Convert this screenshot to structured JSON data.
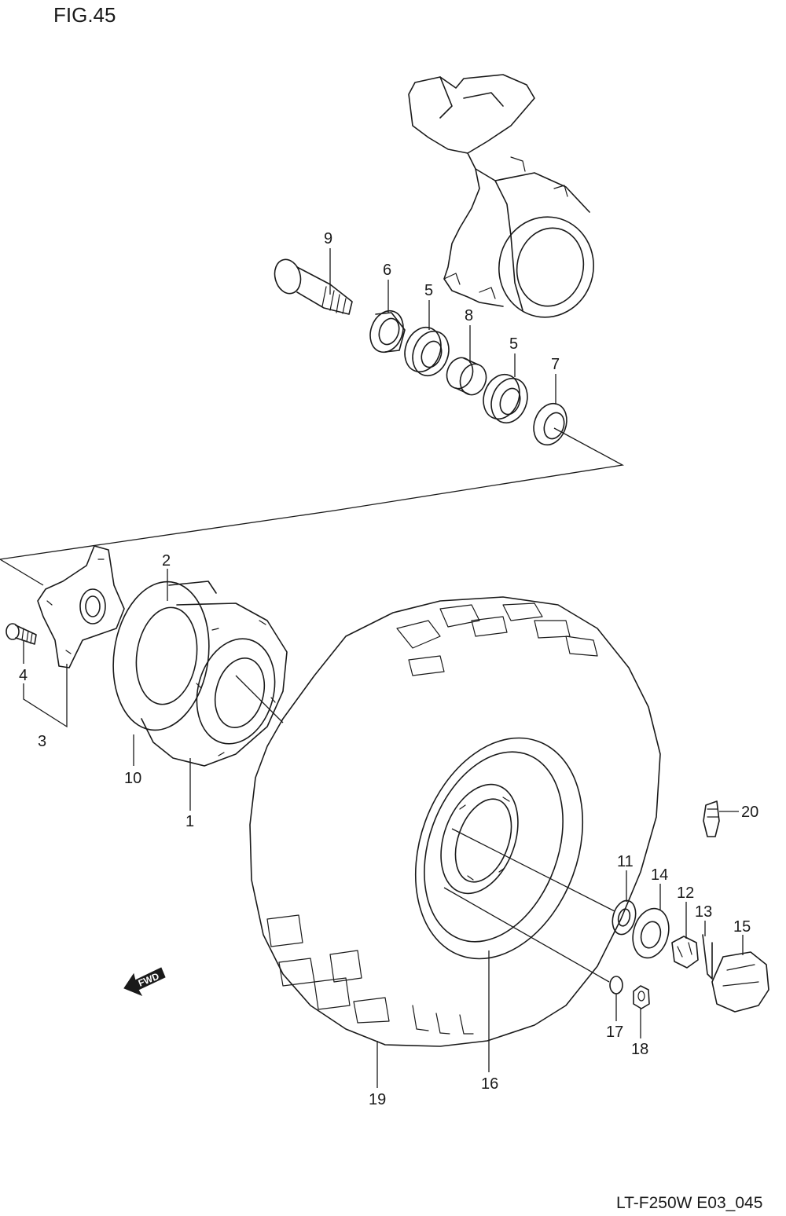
{
  "figure": {
    "title": "FIG.45",
    "code": "LT-F250W E03_045",
    "fwd_label": "FWD"
  },
  "callouts": [
    {
      "id": "9",
      "text": "9"
    },
    {
      "id": "6",
      "text": "6"
    },
    {
      "id": "5a",
      "text": "5"
    },
    {
      "id": "8",
      "text": "8"
    },
    {
      "id": "5b",
      "text": "5"
    },
    {
      "id": "7",
      "text": "7"
    },
    {
      "id": "2",
      "text": "2"
    },
    {
      "id": "4",
      "text": "4"
    },
    {
      "id": "3",
      "text": "3"
    },
    {
      "id": "10",
      "text": "10"
    },
    {
      "id": "1",
      "text": "1"
    },
    {
      "id": "20",
      "text": "20"
    },
    {
      "id": "11",
      "text": "11"
    },
    {
      "id": "14",
      "text": "14"
    },
    {
      "id": "12",
      "text": "12"
    },
    {
      "id": "13",
      "text": "13"
    },
    {
      "id": "15",
      "text": "15"
    },
    {
      "id": "17",
      "text": "17"
    },
    {
      "id": "18",
      "text": "18"
    },
    {
      "id": "16",
      "text": "16"
    },
    {
      "id": "19",
      "text": "19"
    }
  ]
}
